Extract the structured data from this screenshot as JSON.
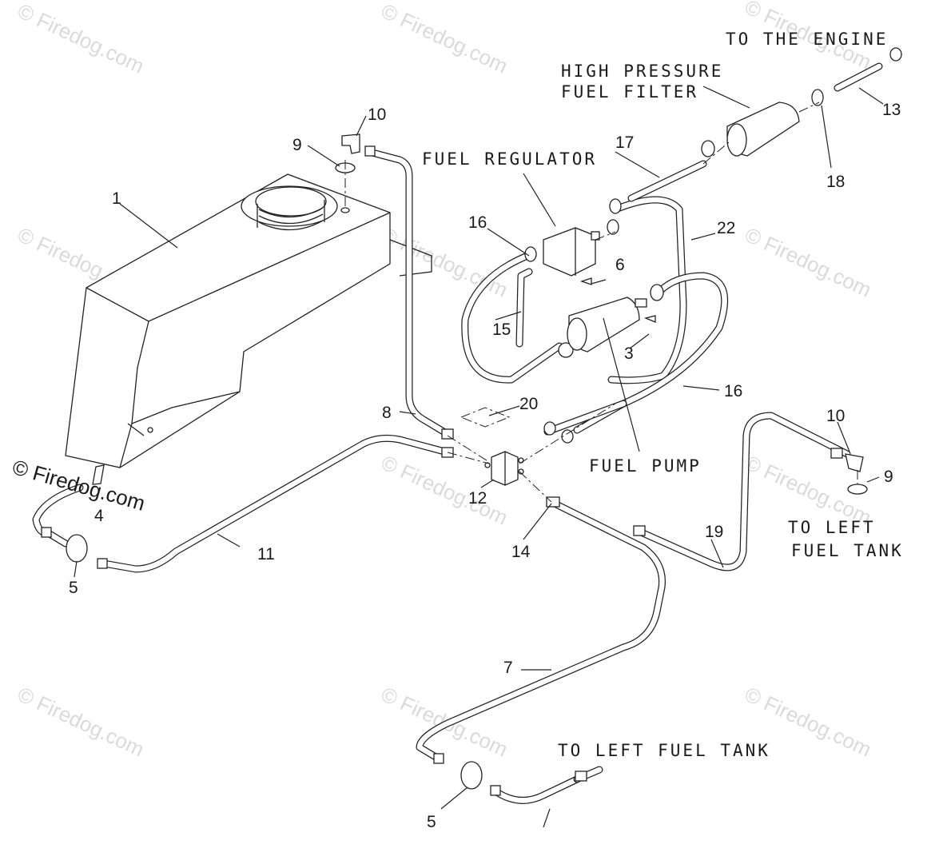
{
  "callouts": {
    "c1": "1",
    "c3": "3",
    "c4": "4",
    "c5a": "5",
    "c5b": "5",
    "c6": "6",
    "c7": "7",
    "c8": "8",
    "c9a": "9",
    "c9b": "9",
    "c10a": "10",
    "c10b": "10",
    "c11": "11",
    "c12": "12",
    "c13": "13",
    "c14": "14",
    "c15": "15",
    "c16a": "16",
    "c16b": "16",
    "c17": "17",
    "c18": "18",
    "c19": "19",
    "c20": "20",
    "c22": "22"
  },
  "captions": {
    "to_engine": "TO THE ENGINE",
    "hp_filter_1": "HIGH PRESSURE",
    "hp_filter_2": "FUEL FILTER",
    "fuel_regulator": "FUEL REGULATOR",
    "fuel_pump": "FUEL PUMP",
    "to_left_tank_1": "TO LEFT",
    "to_left_tank_2": "FUEL TANK",
    "to_left_fuel_tank": "TO LEFT FUEL TANK"
  },
  "watermarks": {
    "text": "© Firedog.com",
    "prominent": "© Firedog.com"
  }
}
